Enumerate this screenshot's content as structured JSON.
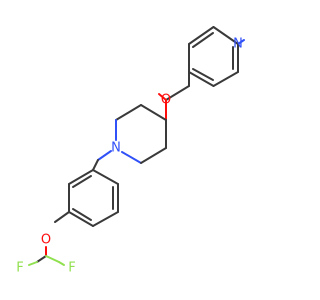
{
  "atoms": {
    "pyridine_n": {
      "symbol": "N",
      "color": "#3050f8"
    },
    "ether_o_pyridyl": {
      "symbol": "O",
      "color": "#ff0d0d"
    },
    "piperidine_n": {
      "symbol": "N",
      "color": "#3050f8"
    },
    "ether_o_aryl": {
      "symbol": "O",
      "color": "#ff0d0d"
    },
    "fluorine_left": {
      "symbol": "F",
      "color": "#90e050"
    },
    "fluorine_right": {
      "symbol": "F",
      "color": "#90e050"
    }
  },
  "bond_color": "#3a3a3a"
}
